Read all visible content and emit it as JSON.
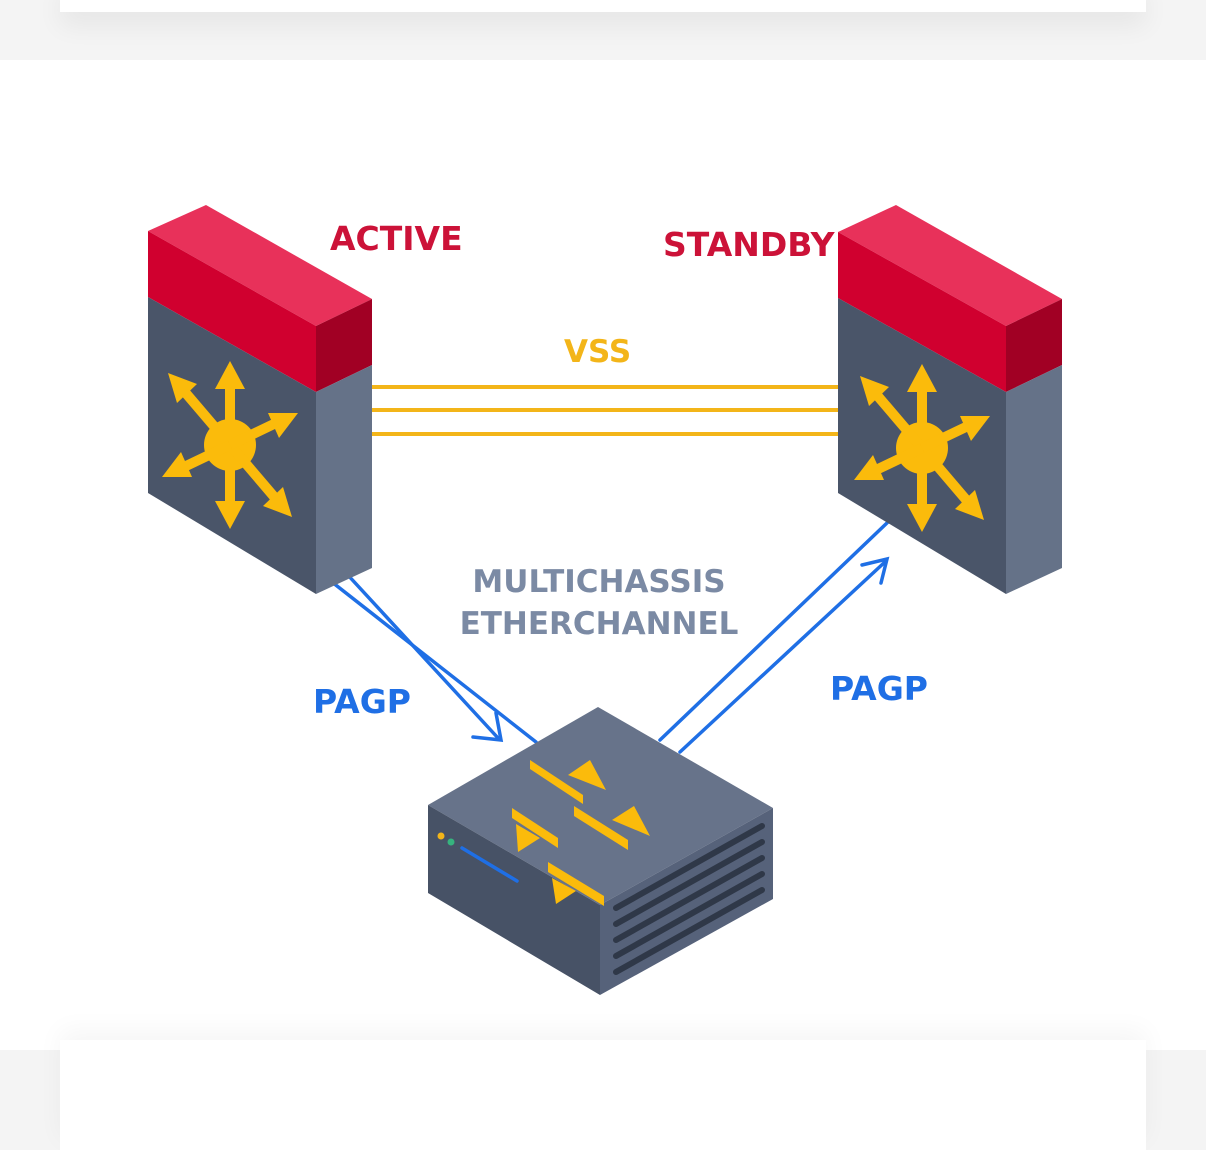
{
  "labels": {
    "active": "ACTIVE",
    "standby": "STANDBY",
    "vss": "VSS",
    "mec_line1": "MULTICHASSIS",
    "mec_line2": "ETHERCHANNEL",
    "pagp_left": "PAGP",
    "pagp_right": "PAGP"
  },
  "icons": {
    "active_switch": "multilayer-switch-icon",
    "standby_switch": "multilayer-switch-icon",
    "access_switch": "layer2-switch-icon"
  },
  "colors": {
    "red_label": "#cc1238",
    "vss_yellow": "#f3b519",
    "mec_gray": "#7b8aa4",
    "pagp_blue": "#1f6fe5",
    "switch_top_red": "#e8315a",
    "switch_front_red": "#d0002f",
    "switch_side_red": "#a10024",
    "switch_front_slate": "#4a5569",
    "switch_side_slate": "#657288",
    "icon_yellow": "#fbbb0b"
  }
}
